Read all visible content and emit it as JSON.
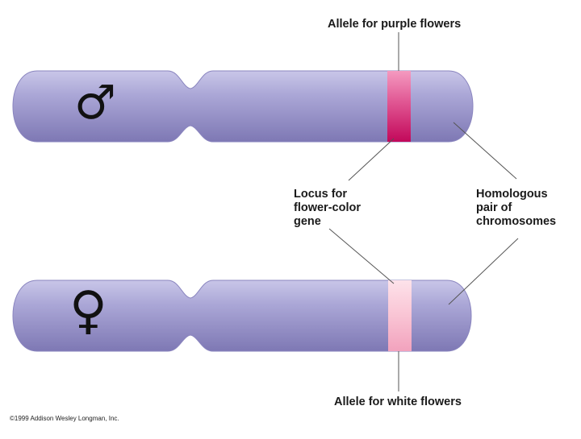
{
  "labels": {
    "purple_allele": "Allele for purple flowers",
    "white_allele": "Allele for white flowers",
    "locus": [
      "Locus for",
      "flower-color",
      "gene"
    ],
    "homologous": [
      "Homologous",
      "pair of",
      "chromosomes"
    ],
    "copyright": "©1999 Addison Wesley Longman, Inc."
  },
  "symbols": {
    "male": "♂",
    "female": "♀"
  },
  "colors": {
    "chromosome_light": "#b7b3dc",
    "chromosome_mid": "#9c97cc",
    "chromosome_dark": "#7f79b6",
    "purple_band_top": "#ef7aa8",
    "purple_band_bottom": "#c8105a",
    "white_band_top": "#fbd3df",
    "white_band_bottom": "#f4a5bf",
    "leader_line": "#555555"
  }
}
